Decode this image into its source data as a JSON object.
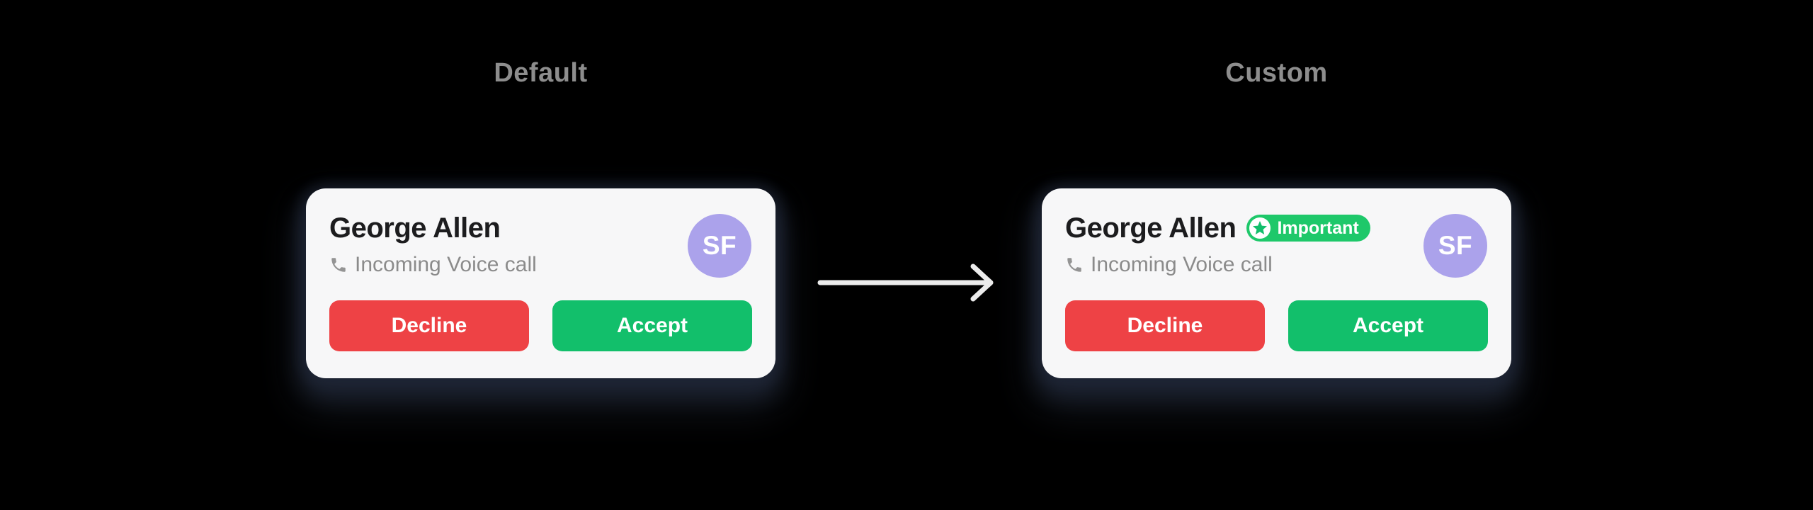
{
  "page": {
    "background_color": "#000000"
  },
  "sections": [
    {
      "title": "Default",
      "card": {
        "name": "George Allen",
        "call_type": "Incoming Voice call",
        "call_icon": "phone-icon",
        "avatar_initials": "SF",
        "buttons": {
          "decline": "Decline",
          "accept": "Accept"
        }
      }
    },
    {
      "title": "Custom",
      "card": {
        "name": "George Allen",
        "badge": {
          "label": "Important",
          "icon": "star-icon",
          "background": "#1ec86a"
        },
        "call_type": "Incoming Voice call",
        "call_icon": "phone-icon",
        "avatar_initials": "SF",
        "buttons": {
          "decline": "Decline",
          "accept": "Accept"
        }
      }
    }
  ],
  "arrow": {
    "icon": "arrow-right-icon",
    "direction": "left-to-right"
  },
  "colors": {
    "card_background": "#f7f7f8",
    "name_text": "#1c1c1e",
    "secondary_text": "#8b8b8b",
    "section_title": "#8d8d8d",
    "decline_button": "#ee4245",
    "accept_button": "#12bf6b",
    "badge_green": "#1ec86a",
    "avatar_background": "#aba2eb",
    "arrow_gray": "#ececec",
    "phone_icon_gray": "#949494"
  }
}
